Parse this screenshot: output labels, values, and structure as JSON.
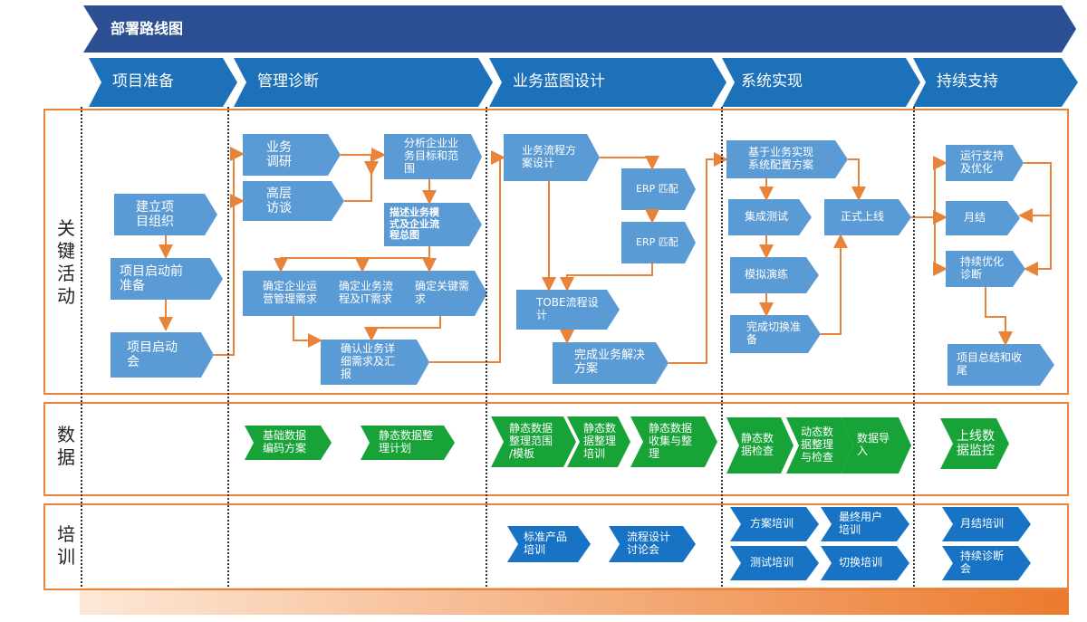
{
  "colors": {
    "header": "#2c4f94",
    "phase": "#1d71b8",
    "activity": "#5b9bd5",
    "data": "#18a339",
    "training": "#1873c4",
    "connector": "#e8833a",
    "frame": "#e8833a"
  },
  "header": {
    "title": "部署路线图"
  },
  "phases": [
    {
      "label": "项目准备"
    },
    {
      "label": "管理诊断"
    },
    {
      "label": "业务蓝图设计"
    },
    {
      "label": "系统实现"
    },
    {
      "label": "持续支持"
    }
  ],
  "rows": {
    "activities": "关\n键\n活\n动",
    "data": "数\n据",
    "training": "培\n训"
  },
  "activities": {
    "prep_1": "建立项\n目组织",
    "prep_2": "项目启动前\n准备",
    "prep_3": "项目启动\n会",
    "diag_1": "业务\n调研",
    "diag_2": "高层\n访谈",
    "diag_3": "分析企业业\n务目标和范\n围",
    "diag_4": "描述业务模\n式及企业流\n程总图",
    "diag_5": "确定企业运\n营管理需求",
    "diag_6": "确定业务流\n程及IT需求",
    "diag_7": "确定关键需\n求",
    "diag_8": "确认业务详\n细需求及汇\n报",
    "bp_1": "业务流程方\n案设计",
    "bp_2": "ERP 匹配",
    "bp_3": "ERP 匹配",
    "bp_4": "TOBE流程设\n计",
    "bp_5": "完成业务解决\n方案",
    "sys_1": "基于业务实现\n系统配置方案",
    "sys_2": "集成测试",
    "sys_3": "正式上线",
    "sys_4": "模拟演练",
    "sys_5": "完成切换准\n备",
    "sup_1": "运行支持\n及优化",
    "sup_2": "月结",
    "sup_3": "持续优化\n诊断",
    "sup_4": "项目总结和收\n尾"
  },
  "data_items": {
    "d1": "基础数据\n编码方案",
    "d2": "静态数据整\n理计划",
    "d3": "静态数据\n整理范围\n/模板",
    "d4": "静态数\n据整理\n培训",
    "d5": "静态数据\n收集与整\n理",
    "d6": "静态数\n据检查",
    "d7": "动态数\n据整理\n与检查",
    "d8": "数据导\n入",
    "d9": "上线数\n据监控"
  },
  "training_items": {
    "t1": "标准产品\n培训",
    "t2": "流程设计\n讨论会",
    "t3": "方案培训",
    "t4": "最终用户\n培训",
    "t5": "测试培训",
    "t6": "切换培训",
    "t7": "月结培训",
    "t8": "持续诊断\n会"
  }
}
